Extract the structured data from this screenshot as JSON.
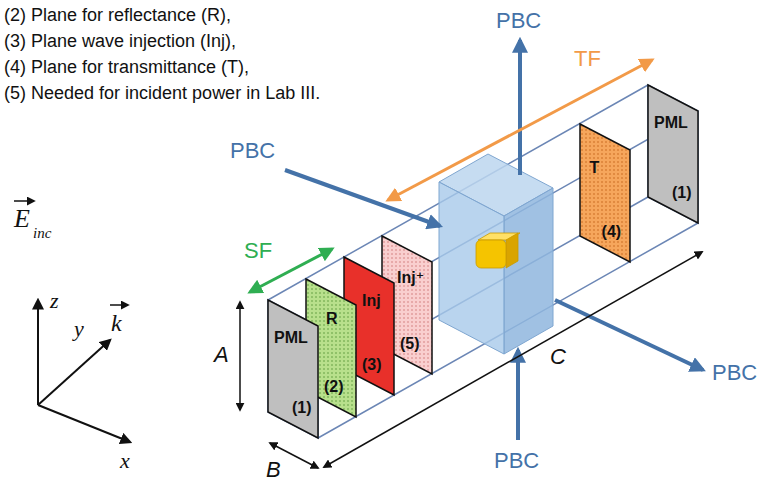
{
  "diagram": {
    "nodes": [
      {
        "text": [
          "PML",
          "(1)"
        ]
      },
      {
        "text": [
          "R",
          "(2)"
        ]
      },
      {
        "text": [
          "Inj",
          "(3)"
        ]
      },
      {
        "text": [
          "Inj⁺",
          "(5)"
        ]
      },
      {
        "text": [
          "T",
          "(4)"
        ]
      },
      {
        "text": [
          "PML",
          "(1)"
        ]
      }
    ],
    "labels": [
      "(2) Plane for reflectance (R),",
      "(3) Plane wave injection (Inj),",
      "(4) Plane for transmittance (T),",
      "(5) Needed for incident power in Lab III.",
      "PBC",
      "PBC",
      "PBC",
      "PBC",
      "TF",
      "SF",
      "A",
      "B",
      "C",
      "E",
      "inc",
      "k",
      "z",
      "y",
      "x"
    ]
  }
}
